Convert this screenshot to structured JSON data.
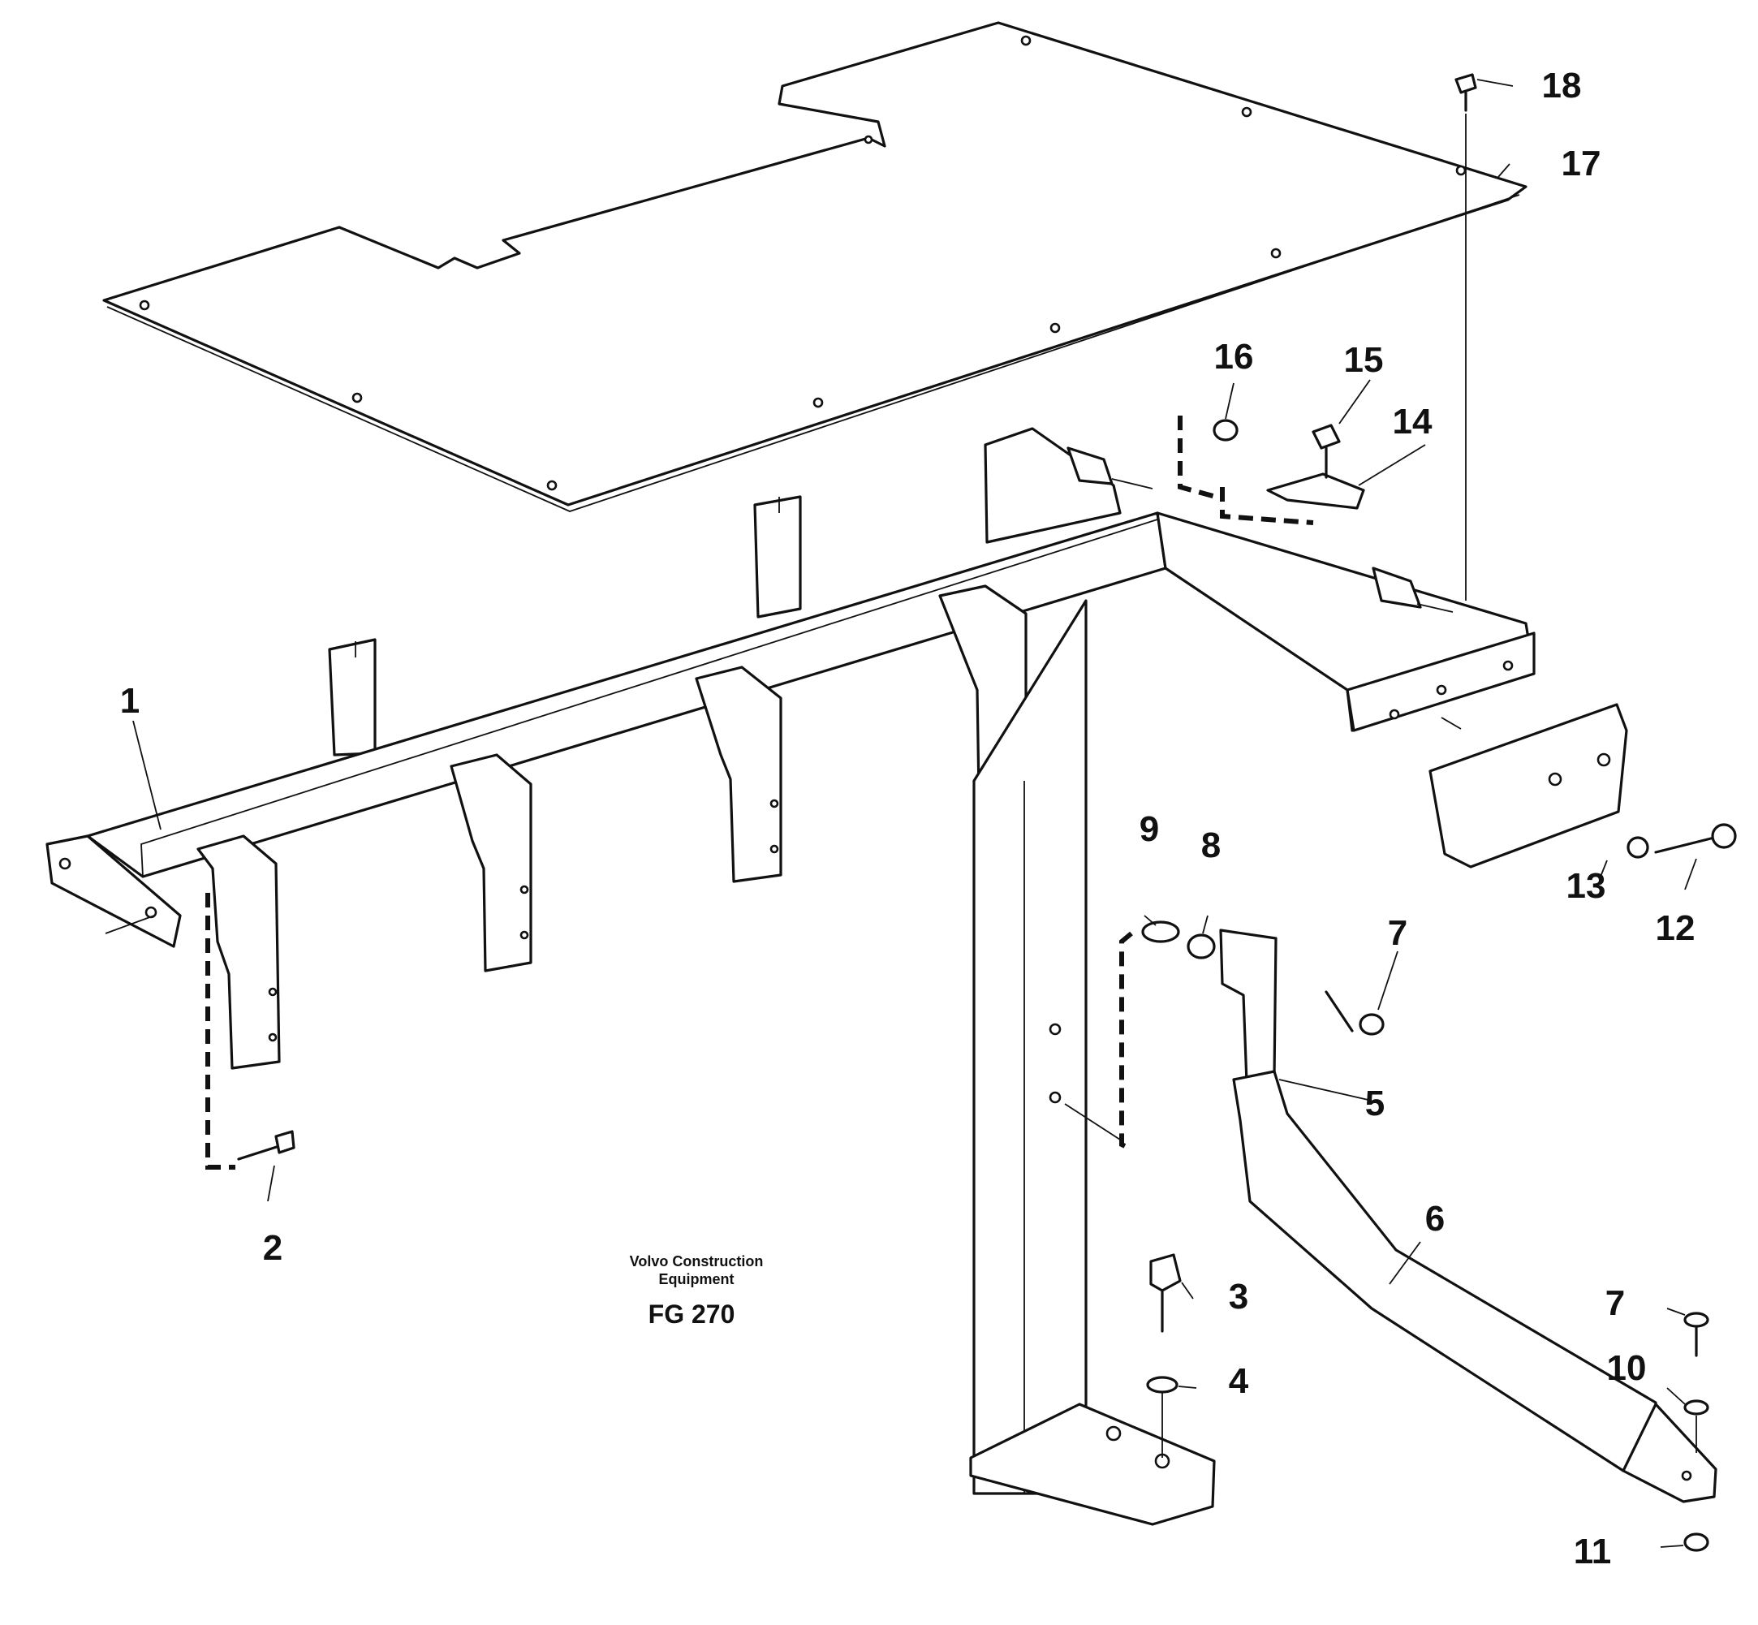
{
  "callouts": {
    "c1": "1",
    "c2": "2",
    "c3": "3",
    "c4": "4",
    "c5": "5",
    "c6": "6",
    "c7a": "7",
    "c7b": "7",
    "c8": "8",
    "c9": "9",
    "c10": "10",
    "c11": "11",
    "c12": "12",
    "c13": "13",
    "c14": "14",
    "c15": "15",
    "c16": "16",
    "c17": "17",
    "c18": "18"
  },
  "caption": {
    "line1": "Volvo Construction",
    "line2": "Equipment",
    "figure": "FG 270"
  }
}
